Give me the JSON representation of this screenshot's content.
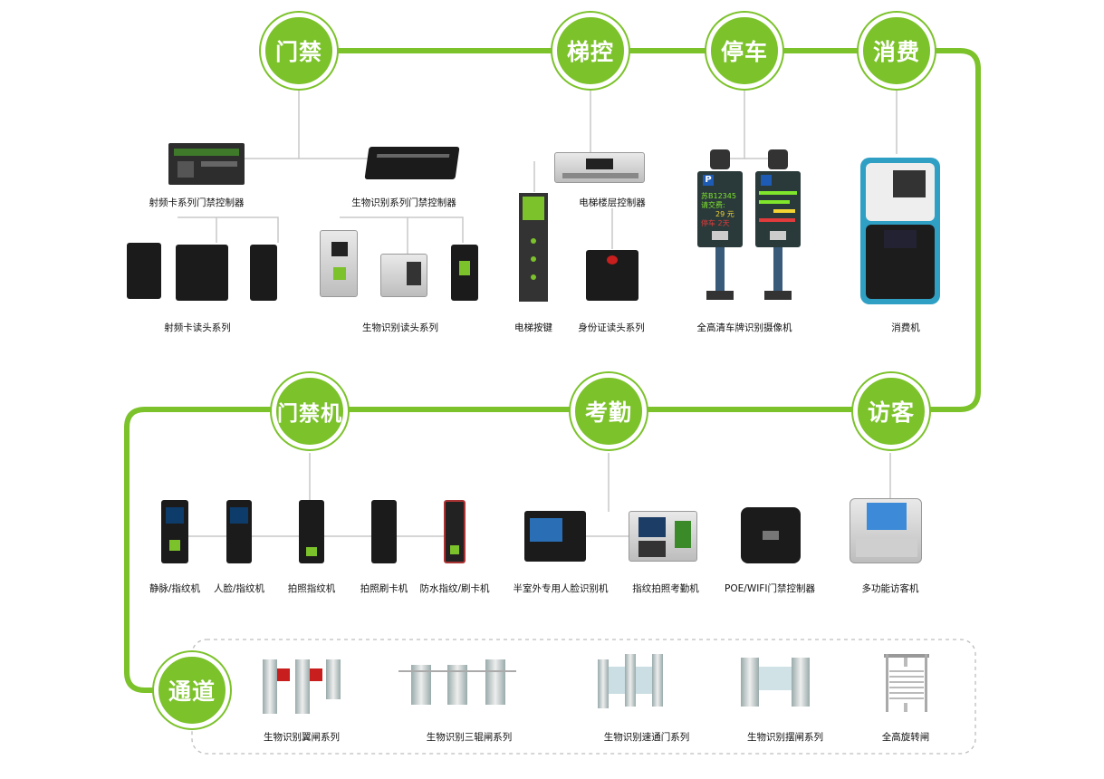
{
  "nodes": {
    "access_control": "门禁",
    "elevator_control": "梯控",
    "parking": "停车",
    "consumption": "消费",
    "access_terminal": "门禁机",
    "attendance": "考勤",
    "visitor": "访客",
    "passage": "通道"
  },
  "labels": {
    "rfid_controller": "射频卡系列门禁控制器",
    "bio_controller": "生物识别系列门禁控制器",
    "elevator_controller": "电梯楼层控制器",
    "rfid_reader": "射频卡读头系列",
    "bio_reader": "生物识别读头系列",
    "elevator_button": "电梯按键",
    "id_reader": "身份证读头系列",
    "plate_camera": "全高清车牌识别摄像机",
    "pos_machine": "消费机",
    "vein_fp": "静脉/指纹机",
    "face_fp": "人脸/指纹机",
    "photo_fp": "拍照指纹机",
    "photo_card": "拍照刷卡机",
    "waterproof": "防水指纹/刷卡机",
    "outdoor_face": "半室外专用人脸识别机",
    "fp_attendance": "指纹拍照考勤机",
    "poe_controller": "POE/WIFI门禁控制器",
    "visitor_machine": "多功能访客机",
    "flap_gate": "生物识别翼闸系列",
    "tripod_gate": "生物识别三辊闸系列",
    "speed_gate": "生物识别速通门系列",
    "swing_gate": "生物识别摆闸系列",
    "turnstile": "全高旋转闸"
  },
  "parking_display": {
    "p_sign": "P",
    "line1": "苏B12345",
    "line2": "请交费:",
    "line3": "29 元",
    "line4": "停车 2天"
  },
  "colors": {
    "accent": "#7cc22b",
    "wire": "#c8c8c8",
    "dashed_border": "#bdbdbd"
  }
}
